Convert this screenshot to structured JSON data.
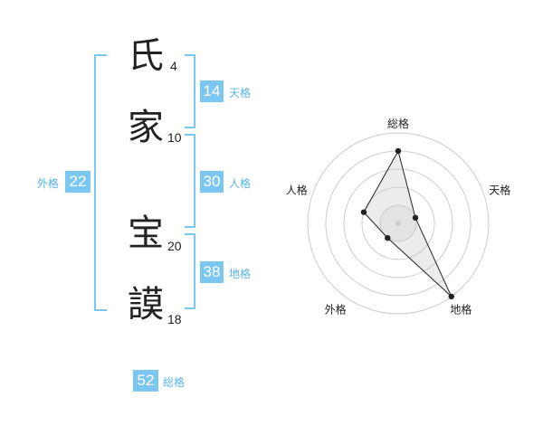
{
  "name": {
    "characters": [
      {
        "char": "氏",
        "strokes": "4"
      },
      {
        "char": "家",
        "strokes": "10"
      },
      {
        "char": "宝",
        "strokes": "20"
      },
      {
        "char": "謨",
        "strokes": "18"
      }
    ]
  },
  "fortunes": {
    "tenkaku": {
      "value": "14",
      "label": "天格"
    },
    "jinkaku": {
      "value": "30",
      "label": "人格"
    },
    "chikaku": {
      "value": "38",
      "label": "地格"
    },
    "gaikaku": {
      "value": "22",
      "label": "外格"
    },
    "soukaku": {
      "value": "52",
      "label": "総格"
    }
  },
  "radar": {
    "axes": [
      "総格",
      "天格",
      "地格",
      "外格",
      "人格"
    ],
    "levels": 5,
    "values": [
      4,
      1,
      5,
      1,
      2
    ],
    "colors": {
      "ring": "#cccccc",
      "fill": "#eeeeee",
      "line": "#222222",
      "accent": "#7cc7f2"
    }
  }
}
